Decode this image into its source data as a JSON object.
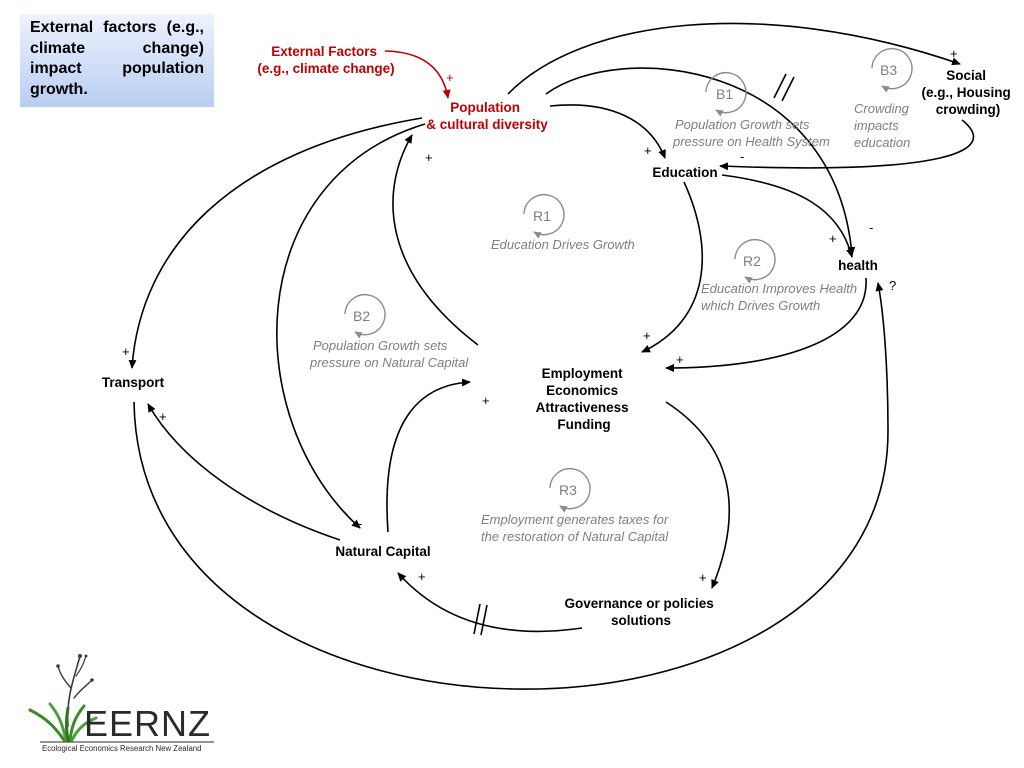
{
  "note": {
    "text": "External factors (e.g., climate change) impact population growth."
  },
  "nodes": {
    "external": [
      "External Factors",
      "(e.g., climate change)"
    ],
    "population": [
      "Population",
      "& cultural diversity"
    ],
    "education": [
      "Education"
    ],
    "social": [
      "Social",
      "(e.g., Housing",
      "crowding)"
    ],
    "health": [
      "health"
    ],
    "transport": [
      "Transport"
    ],
    "employment": [
      "Employment",
      "Economics",
      "Attractiveness",
      "Funding"
    ],
    "natural_capital": [
      "Natural Capital"
    ],
    "governance": [
      "Governance or policies",
      "solutions"
    ]
  },
  "loops": {
    "B1": {
      "id": "B1",
      "label": [
        "Population Growth sets",
        "pressure on Health System"
      ]
    },
    "B2": {
      "id": "B2",
      "label": [
        "Population Growth sets",
        "pressure on Natural Capital"
      ]
    },
    "B3": {
      "id": "B3",
      "label": [
        "Crowding",
        "impacts",
        "education"
      ]
    },
    "R1": {
      "id": "R1",
      "label": [
        "Education Drives Growth"
      ]
    },
    "R2": {
      "id": "R2",
      "label": [
        "Education  Improves Health",
        "which Drives Growth"
      ]
    },
    "R3": {
      "id": "R3",
      "label": [
        "Employment generates taxes for",
        "the restoration of Natural Capital"
      ]
    }
  },
  "signs": {
    "plus": "+",
    "minus": "-",
    "question": "?"
  },
  "logo": {
    "name": "EERNZ",
    "subtitle": "Ecological Economics Research New Zealand"
  },
  "colors": {
    "external": "#c00000",
    "loop": "#7f7f7f",
    "note_bg": "#c6d7f5"
  }
}
